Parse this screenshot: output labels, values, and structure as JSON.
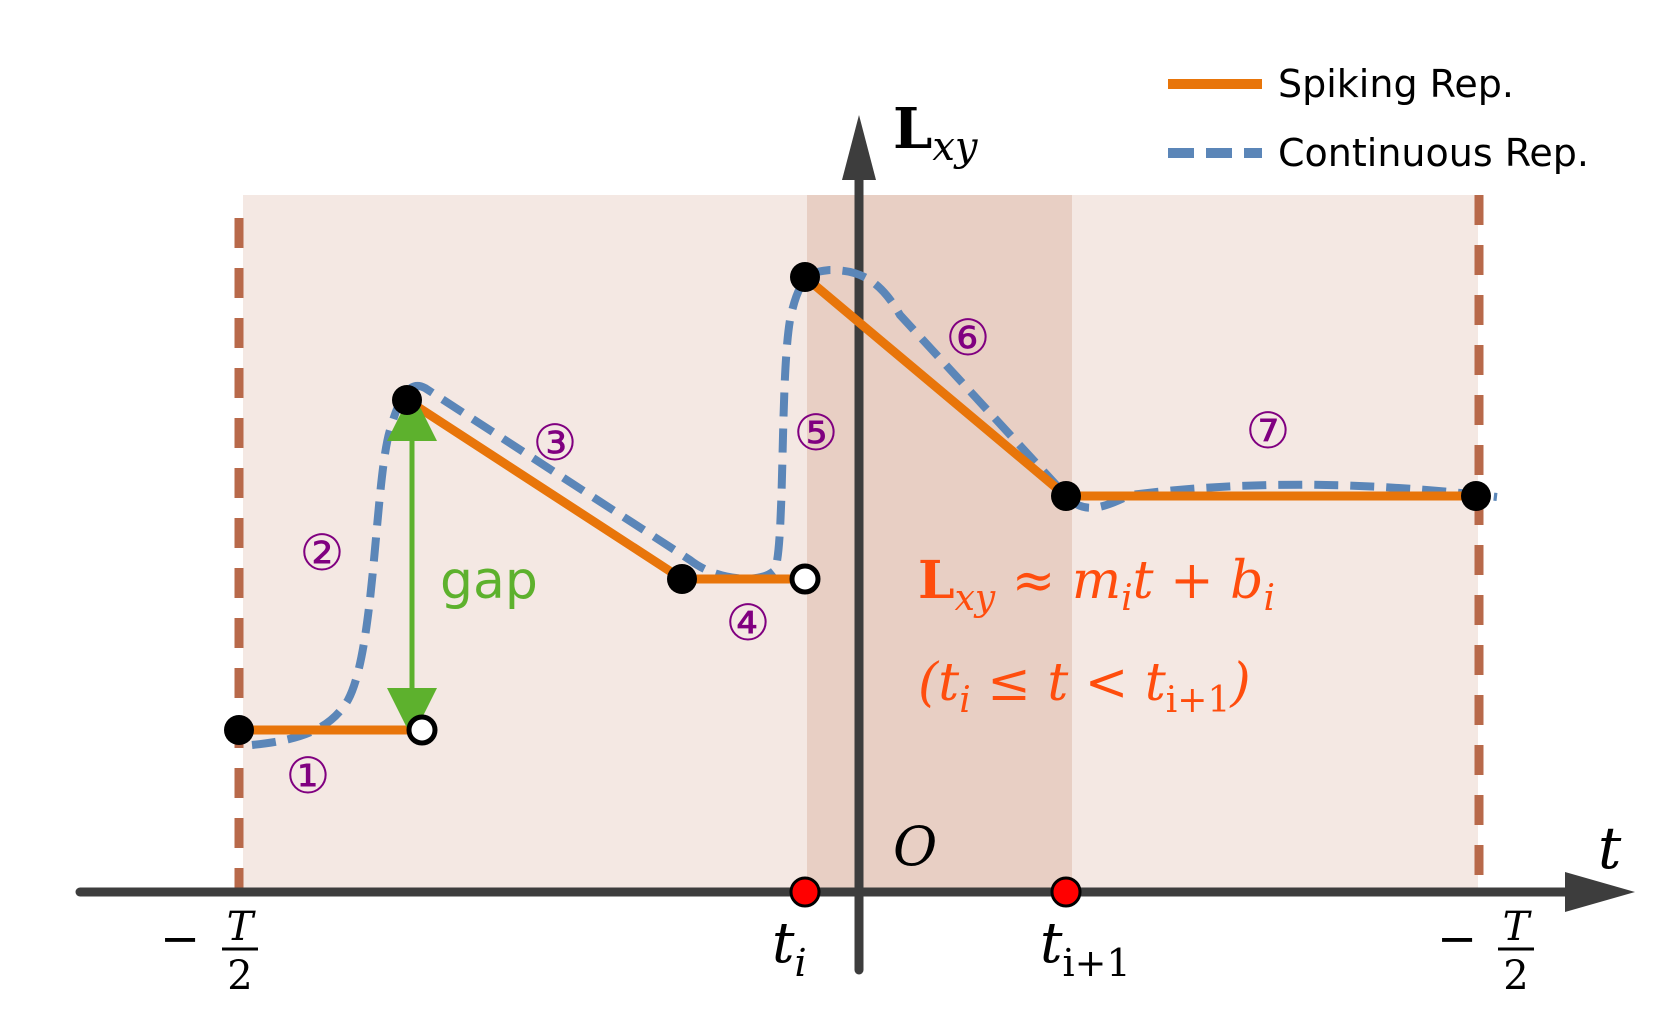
{
  "legend": {
    "spiking_label": "Spiking Rep.",
    "continuous_label": "Continuous Rep."
  },
  "axes": {
    "y_label_main": "L",
    "y_label_sub": "xy",
    "x_label": "t",
    "origin_label": "O"
  },
  "ticks": {
    "left_sign": "−",
    "left_num": "T",
    "left_den": "2",
    "right_sign": "−",
    "right_num": "T",
    "right_den": "2",
    "ti_main": "t",
    "ti_sub": "i",
    "ti1_main": "t",
    "ti1_sub": "i+1"
  },
  "segments": [
    "①",
    "②",
    "③",
    "④",
    "⑤",
    "⑥",
    "⑦"
  ],
  "gap_label": "gap",
  "equation": {
    "line1_L": "L",
    "line1_sub": "xy",
    "line1_rest_a": " ≈ m",
    "line1_rest_sub": "i",
    "line1_rest_b": "t + b",
    "line1_rest_sub2": "i",
    "line2_a": "(t",
    "line2_sub1": "i",
    "line2_b": " ≤ t < t",
    "line2_sub2": "i+1",
    "line2_c": ")"
  },
  "colors": {
    "spiking": "#e8750a",
    "continuous": "#5b86b8",
    "segment_label": "#800080",
    "gap": "#5db12d",
    "equation": "#ff4d0d",
    "region_light": "#f4e8e3",
    "region_dark": "#e8cfc4",
    "boundary": "#b8694a",
    "axis": "#3d3d3d",
    "marker_red": "#ff0000"
  }
}
